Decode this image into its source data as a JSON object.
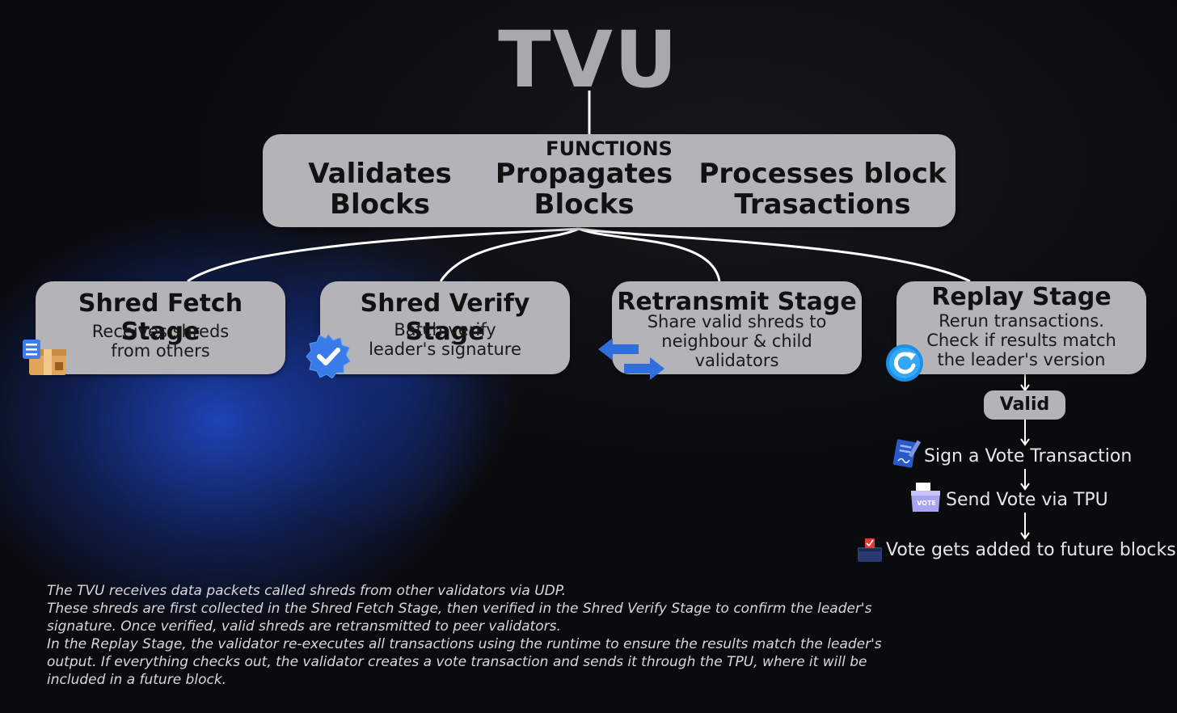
{
  "title": "TVU",
  "functions": {
    "heading": "FUNCTIONS",
    "items": [
      {
        "line1": "Validates",
        "line2": "Blocks"
      },
      {
        "line1": "Propagates",
        "line2": "Blocks"
      },
      {
        "line1": "Processes block",
        "line2": "Trasactions"
      }
    ]
  },
  "stages": [
    {
      "title": "Shred Fetch Stage",
      "desc1": "Receives shreds",
      "desc2": "from others",
      "desc3": "",
      "icon": "package-icon"
    },
    {
      "title": "Shred Verify Stage",
      "desc1": "Batch verify",
      "desc2": "leader's signature",
      "desc3": "",
      "icon": "verified-badge-icon"
    },
    {
      "title": "Retransmit Stage",
      "desc1": "Share valid shreds to",
      "desc2": "neighbour & child",
      "desc3": "validators",
      "icon": "swap-arrows-icon"
    },
    {
      "title": "Replay Stage",
      "desc1": "Rerun transactions.",
      "desc2": "Check if results match",
      "desc3": "the leader's version",
      "icon": "refresh-icon"
    }
  ],
  "flow": {
    "valid_label": "Valid",
    "steps": [
      {
        "label": "Sign a Vote Transaction",
        "icon": "document-sign-icon"
      },
      {
        "label": "Send Vote via TPU",
        "icon": "ballot-box-icon",
        "icon_text": "VOTE"
      },
      {
        "label": "Vote gets added to future blocks",
        "icon": "ballot-drop-icon"
      }
    ]
  },
  "caption": [
    "The TVU receives data packets called shreds from other validators via UDP.",
    "These shreds are first collected in the Shred Fetch Stage, then verified in the Shred Verify Stage to confirm the leader's signature. Once verified, valid shreds are retransmitted to peer validators.",
    "In the Replay Stage, the validator re-executes all transactions using the runtime to ensure the results match the leader's output. If everything checks out, the validator creates a vote transaction and sends it through the TPU, where it will be included in a future block."
  ],
  "colors": {
    "pill": "#b4b3b8",
    "title": "#a9a8ac",
    "accent_blue": "#2a66e0"
  }
}
